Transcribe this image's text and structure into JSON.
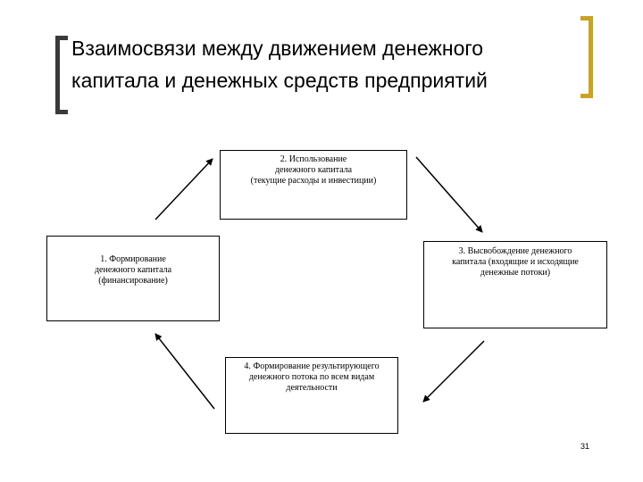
{
  "title": {
    "line1": "Взаимосвязи между движением денежного",
    "line2": "капитала и денежных средств предприятий"
  },
  "boxes": {
    "box1": {
      "line1": "1. Формирование",
      "line2": "денежного капитала",
      "line3": "(финансирование)"
    },
    "box2": {
      "line1": "2. Использование",
      "line2": "денежного капитала",
      "line3": "(текущие расходы и инвестиции)"
    },
    "box3": {
      "line1": "3. Высвобождение денежного",
      "line2": "капитала (входящие и исходящие",
      "line3": "денежные потоки)"
    },
    "box4": {
      "line1": "4. Формирование результирующего",
      "line2": "денежного потока по всем видам",
      "line3": "деятельности"
    }
  },
  "page_number": "31",
  "colors": {
    "bracket_left": "#3a3a3a",
    "bracket_right": "#c9a227"
  }
}
